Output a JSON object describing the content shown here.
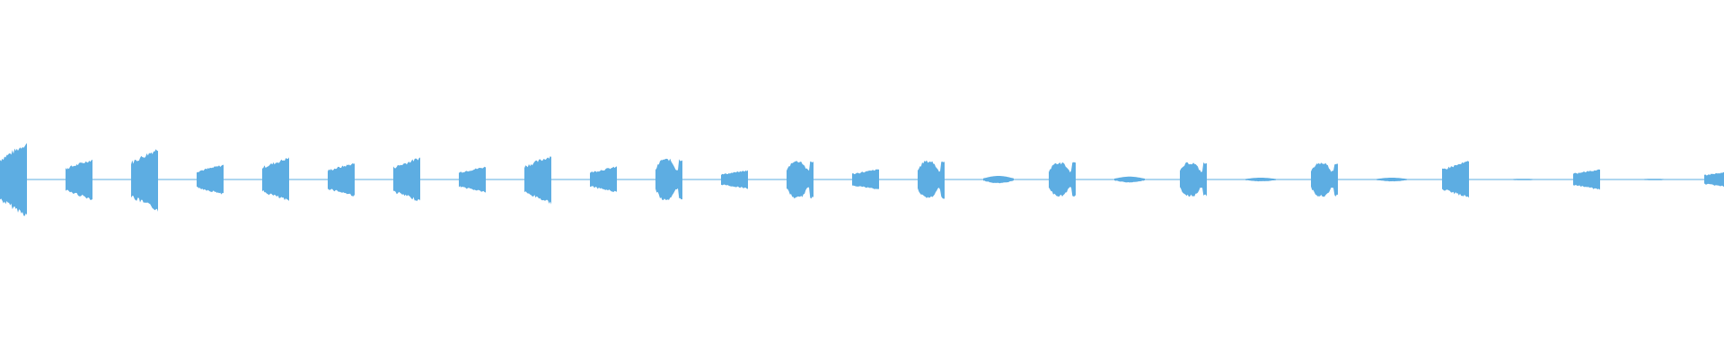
{
  "waveform": {
    "color": "#5dade2",
    "background": "#ffffff",
    "description_type": "audio-waveform",
    "segments": [
      {
        "index": 1,
        "shape": "rise",
        "peak": 1.0
      },
      {
        "index": 2,
        "shape": "rise",
        "peak": 0.55
      },
      {
        "index": 3,
        "shape": "rise",
        "peak": 0.85
      },
      {
        "index": 4,
        "shape": "rise",
        "peak": 0.4
      },
      {
        "index": 5,
        "shape": "rise",
        "peak": 0.6
      },
      {
        "index": 6,
        "shape": "rise",
        "peak": 0.45
      },
      {
        "index": 7,
        "shape": "rise",
        "peak": 0.6
      },
      {
        "index": 8,
        "shape": "rise",
        "peak": 0.35
      },
      {
        "index": 9,
        "shape": "rise",
        "peak": 0.65
      },
      {
        "index": 10,
        "shape": "rise",
        "peak": 0.35
      },
      {
        "index": 11,
        "shape": "dome",
        "peak": 0.55
      },
      {
        "index": 12,
        "shape": "rise",
        "peak": 0.25
      },
      {
        "index": 13,
        "shape": "dome",
        "peak": 0.5
      },
      {
        "index": 14,
        "shape": "rise",
        "peak": 0.28
      },
      {
        "index": 15,
        "shape": "dome",
        "peak": 0.5
      },
      {
        "index": 16,
        "shape": "sliver",
        "peak": 0.1
      },
      {
        "index": 17,
        "shape": "dome",
        "peak": 0.45
      },
      {
        "index": 18,
        "shape": "sliver",
        "peak": 0.08
      },
      {
        "index": 19,
        "shape": "dome",
        "peak": 0.45
      },
      {
        "index": 20,
        "shape": "sliver",
        "peak": 0.05
      },
      {
        "index": 21,
        "shape": "dome",
        "peak": 0.45
      },
      {
        "index": 22,
        "shape": "sliver",
        "peak": 0.05
      },
      {
        "index": 23,
        "shape": "rise",
        "peak": 0.5
      },
      {
        "index": 24,
        "shape": "sliver",
        "peak": 0.02
      },
      {
        "index": 25,
        "shape": "rise",
        "peak": 0.28
      },
      {
        "index": 26,
        "shape": "sliver",
        "peak": 0.02
      },
      {
        "index": 27,
        "shape": "rise",
        "peak": 0.22
      }
    ]
  }
}
